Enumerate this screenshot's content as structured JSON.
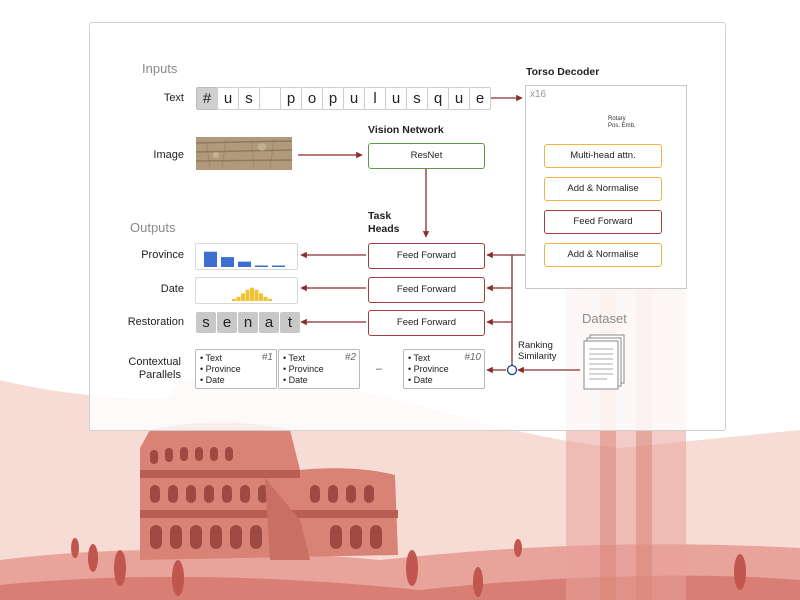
{
  "labels": {
    "inputs": "Inputs",
    "outputs": "Outputs",
    "text": "Text",
    "image": "Image",
    "province": "Province",
    "date": "Date",
    "restoration": "Restoration",
    "contextual_parallels": [
      "Contextual",
      "Parallels"
    ]
  },
  "text_tokens": [
    "#",
    "u",
    "s",
    "",
    "p",
    "o",
    "p",
    "u",
    "l",
    "u",
    "s",
    "q",
    "u",
    "e"
  ],
  "restoration_tokens": [
    "s",
    "e",
    "n",
    "a",
    "t"
  ],
  "vision_network": {
    "title": "Vision Network",
    "box": "ResNet"
  },
  "task_heads": {
    "title": [
      "Task",
      "Heads"
    ],
    "boxes": [
      "Feed Forward",
      "Feed Forward",
      "Feed Forward"
    ]
  },
  "torso_decoder": {
    "title": "Torso Decoder",
    "repeat": "x16",
    "rotary": [
      "Rotary",
      "Pos. Emb."
    ],
    "blocks": [
      "Multi-head attn.",
      "Add & Normalise",
      "Feed Forward",
      "Add & Normalise"
    ]
  },
  "dataset": "Dataset",
  "ranking": [
    "Ranking",
    "Similarity"
  ],
  "contextual_cards": [
    {
      "items": [
        "Text",
        "Province",
        "Date"
      ],
      "num": "#1"
    },
    {
      "items": [
        "Text",
        "Province",
        "Date"
      ],
      "num": "#2"
    },
    {
      "items": [
        "Text",
        "Province",
        "Date"
      ],
      "num": "#10"
    }
  ],
  "ellipsis": "–",
  "province_bars": [
    0.85,
    0.55,
    0.3,
    0.06,
    0.06
  ],
  "date_hist": [
    0.15,
    0.3,
    0.55,
    0.8,
    0.95,
    0.8,
    0.55,
    0.3,
    0.15
  ],
  "colors": {
    "arrow": "#8b2e2e",
    "province": "#3d6fd1",
    "date": "#f2c230",
    "green": "#5b9a4b",
    "yellow": "#f0b340",
    "background_red": "#e8a39b"
  }
}
